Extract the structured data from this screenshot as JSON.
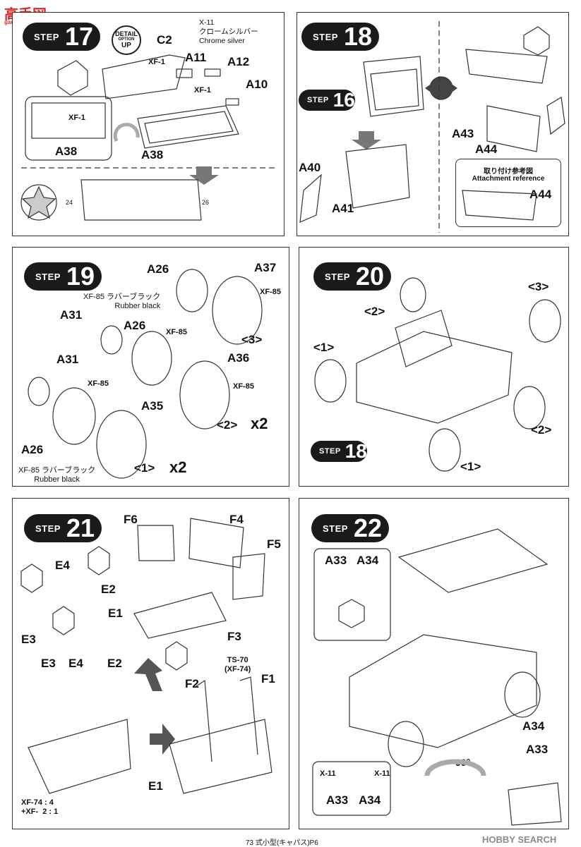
{
  "header": {
    "logo_cn": "高手网",
    "logo_url": "gao-shou.com"
  },
  "step17": {
    "step_word": "STEP",
    "step_num": "17",
    "badge": {
      "line1": "DETAIL",
      "line2": "OPTION",
      "line3": "UP"
    },
    "labels": [
      "C2",
      "XF-1",
      "A11",
      "A12",
      "XF-1",
      "A10",
      "XF-1",
      "A38",
      "A38"
    ],
    "paint_jp": "X-11\nクロームシルバー\nChrome silver",
    "markers": [
      "24",
      "26"
    ]
  },
  "step18": {
    "step_word": "STEP",
    "step_num": "18",
    "ref_step_word": "STEP",
    "ref_step_num": "16",
    "labels": [
      "A40",
      "A41",
      "A43",
      "A44"
    ],
    "attach_title_jp": "取り付け参考図",
    "attach_title_en": "Attachment reference",
    "attach_part": "A44"
  },
  "step19": {
    "step_word": "STEP",
    "step_num": "19",
    "labels": [
      "A26",
      "A37",
      "A31",
      "A26",
      "A36",
      "A31",
      "A35",
      "A26"
    ],
    "paints": [
      "XF-85",
      "XF-85",
      "XF-85",
      "XF-85"
    ],
    "paint_rubber_1": "XF-85 ラバーブラック\nRubber black",
    "paint_rubber_2": "XF-85 ラバーブラック\nRubber black",
    "wheel_marks": [
      "<3>",
      "<2>",
      "<1>"
    ],
    "multipliers": [
      "x2",
      "x2"
    ]
  },
  "step20": {
    "step_word": "STEP",
    "step_num": "20",
    "ref_step_word": "STEP",
    "ref_step_num": "18",
    "wheel_marks": [
      "<3>",
      "<2>",
      "<1>",
      "<2>",
      "<1>"
    ]
  },
  "step21": {
    "step_word": "STEP",
    "step_num": "21",
    "labels": [
      "F6",
      "F4",
      "F5",
      "E4",
      "E2",
      "E1",
      "E3",
      "F3",
      "E3",
      "E4",
      "E2",
      "F2",
      "F1",
      "E1"
    ],
    "paint_ts": "TS-70\n(XF-74)",
    "paint_mix": "XF-74 : 4\n+XF-  2 : 1"
  },
  "step22": {
    "step_word": "STEP",
    "step_num": "22",
    "labels": [
      "A33",
      "A34",
      "A34",
      "A33",
      "A33",
      "A34"
    ],
    "paints": [
      "X-11",
      "X-11"
    ],
    "angle": "90°"
  },
  "footer": {
    "page_caption": "73 式小型(キャパス)P6",
    "watermark": "HOBBY SEARCH"
  }
}
